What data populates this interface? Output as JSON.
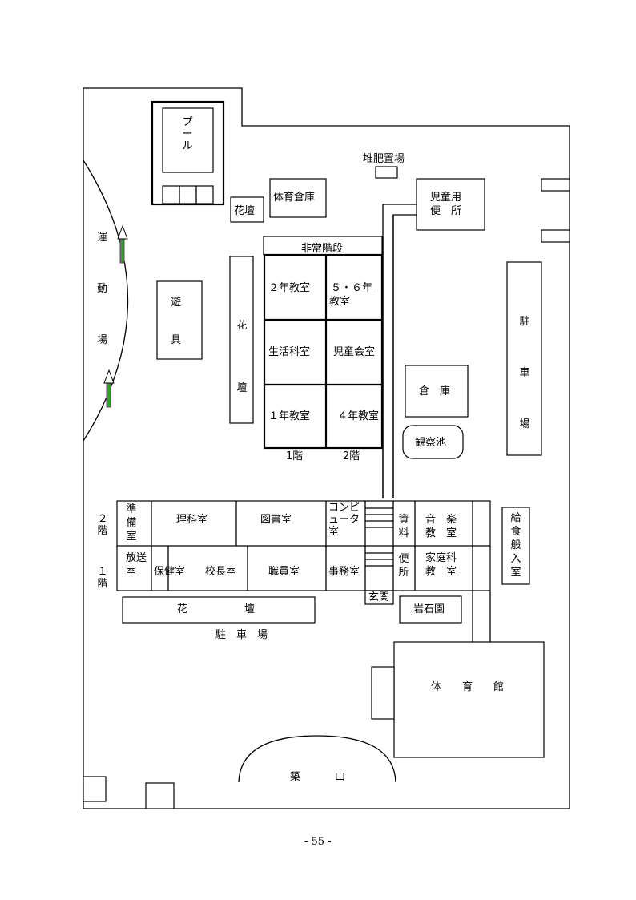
{
  "labels": {
    "pool": "プール",
    "compost": "堆肥置場",
    "pe_storage": "体育倉庫",
    "flowerbed_small": "花壇",
    "child_toilet_1": "児童用",
    "child_toilet_2": "便　所",
    "emergency_stairs": "非常階段",
    "playground": "運動場",
    "playground_1": "運",
    "playground_2": "動",
    "playground_3": "場",
    "play_equipment_1": "遊",
    "play_equipment_2": "具",
    "flowerbed_vertical": "花壇",
    "room_2nen": "２年教室",
    "room_56nen_1": "５・６年",
    "room_56nen_2": "教室",
    "room_seikatsu": "生活科室",
    "room_jidoukai": "児童会室",
    "room_1nen": "１年教室",
    "room_4nen": "４年教室",
    "floor1": "1階",
    "floor2": "2階",
    "warehouse": "倉　庫",
    "pond": "観察池",
    "parking_right": "駐車場",
    "row2_floor": "２階",
    "row1_floor": "１階",
    "junbi": "準備室",
    "rika": "理科室",
    "tosho": "図書室",
    "computer_1": "コンピ",
    "computer_2": "ュータ",
    "computer_3": "室",
    "shiryo": "資料",
    "ongaku_1": "音　楽",
    "ongaku_2": "教　室",
    "housou_1": "放送",
    "housou_2": "室",
    "hoken": "保健室",
    "kouchou": "校長室",
    "shokuin": "職員室",
    "jimu": "事務室",
    "benjo": "便所",
    "katei_1": "家庭科",
    "katei_2": "教　室",
    "kyushoku": "給食般入室",
    "genkan": "玄関",
    "flowerbed_bottom_1": "花",
    "flowerbed_bottom_2": "壇",
    "ganseki": "岩石園",
    "parking_bottom": "駐　車　場",
    "gym": "体　　育　　館",
    "tsukiyama_1": "築",
    "tsukiyama_2": "山",
    "page_number": "- 55 -"
  },
  "colors": {
    "line": "#000000",
    "arrow_fill": "#22aa22",
    "arrow_edge": "#8a2a8a"
  }
}
